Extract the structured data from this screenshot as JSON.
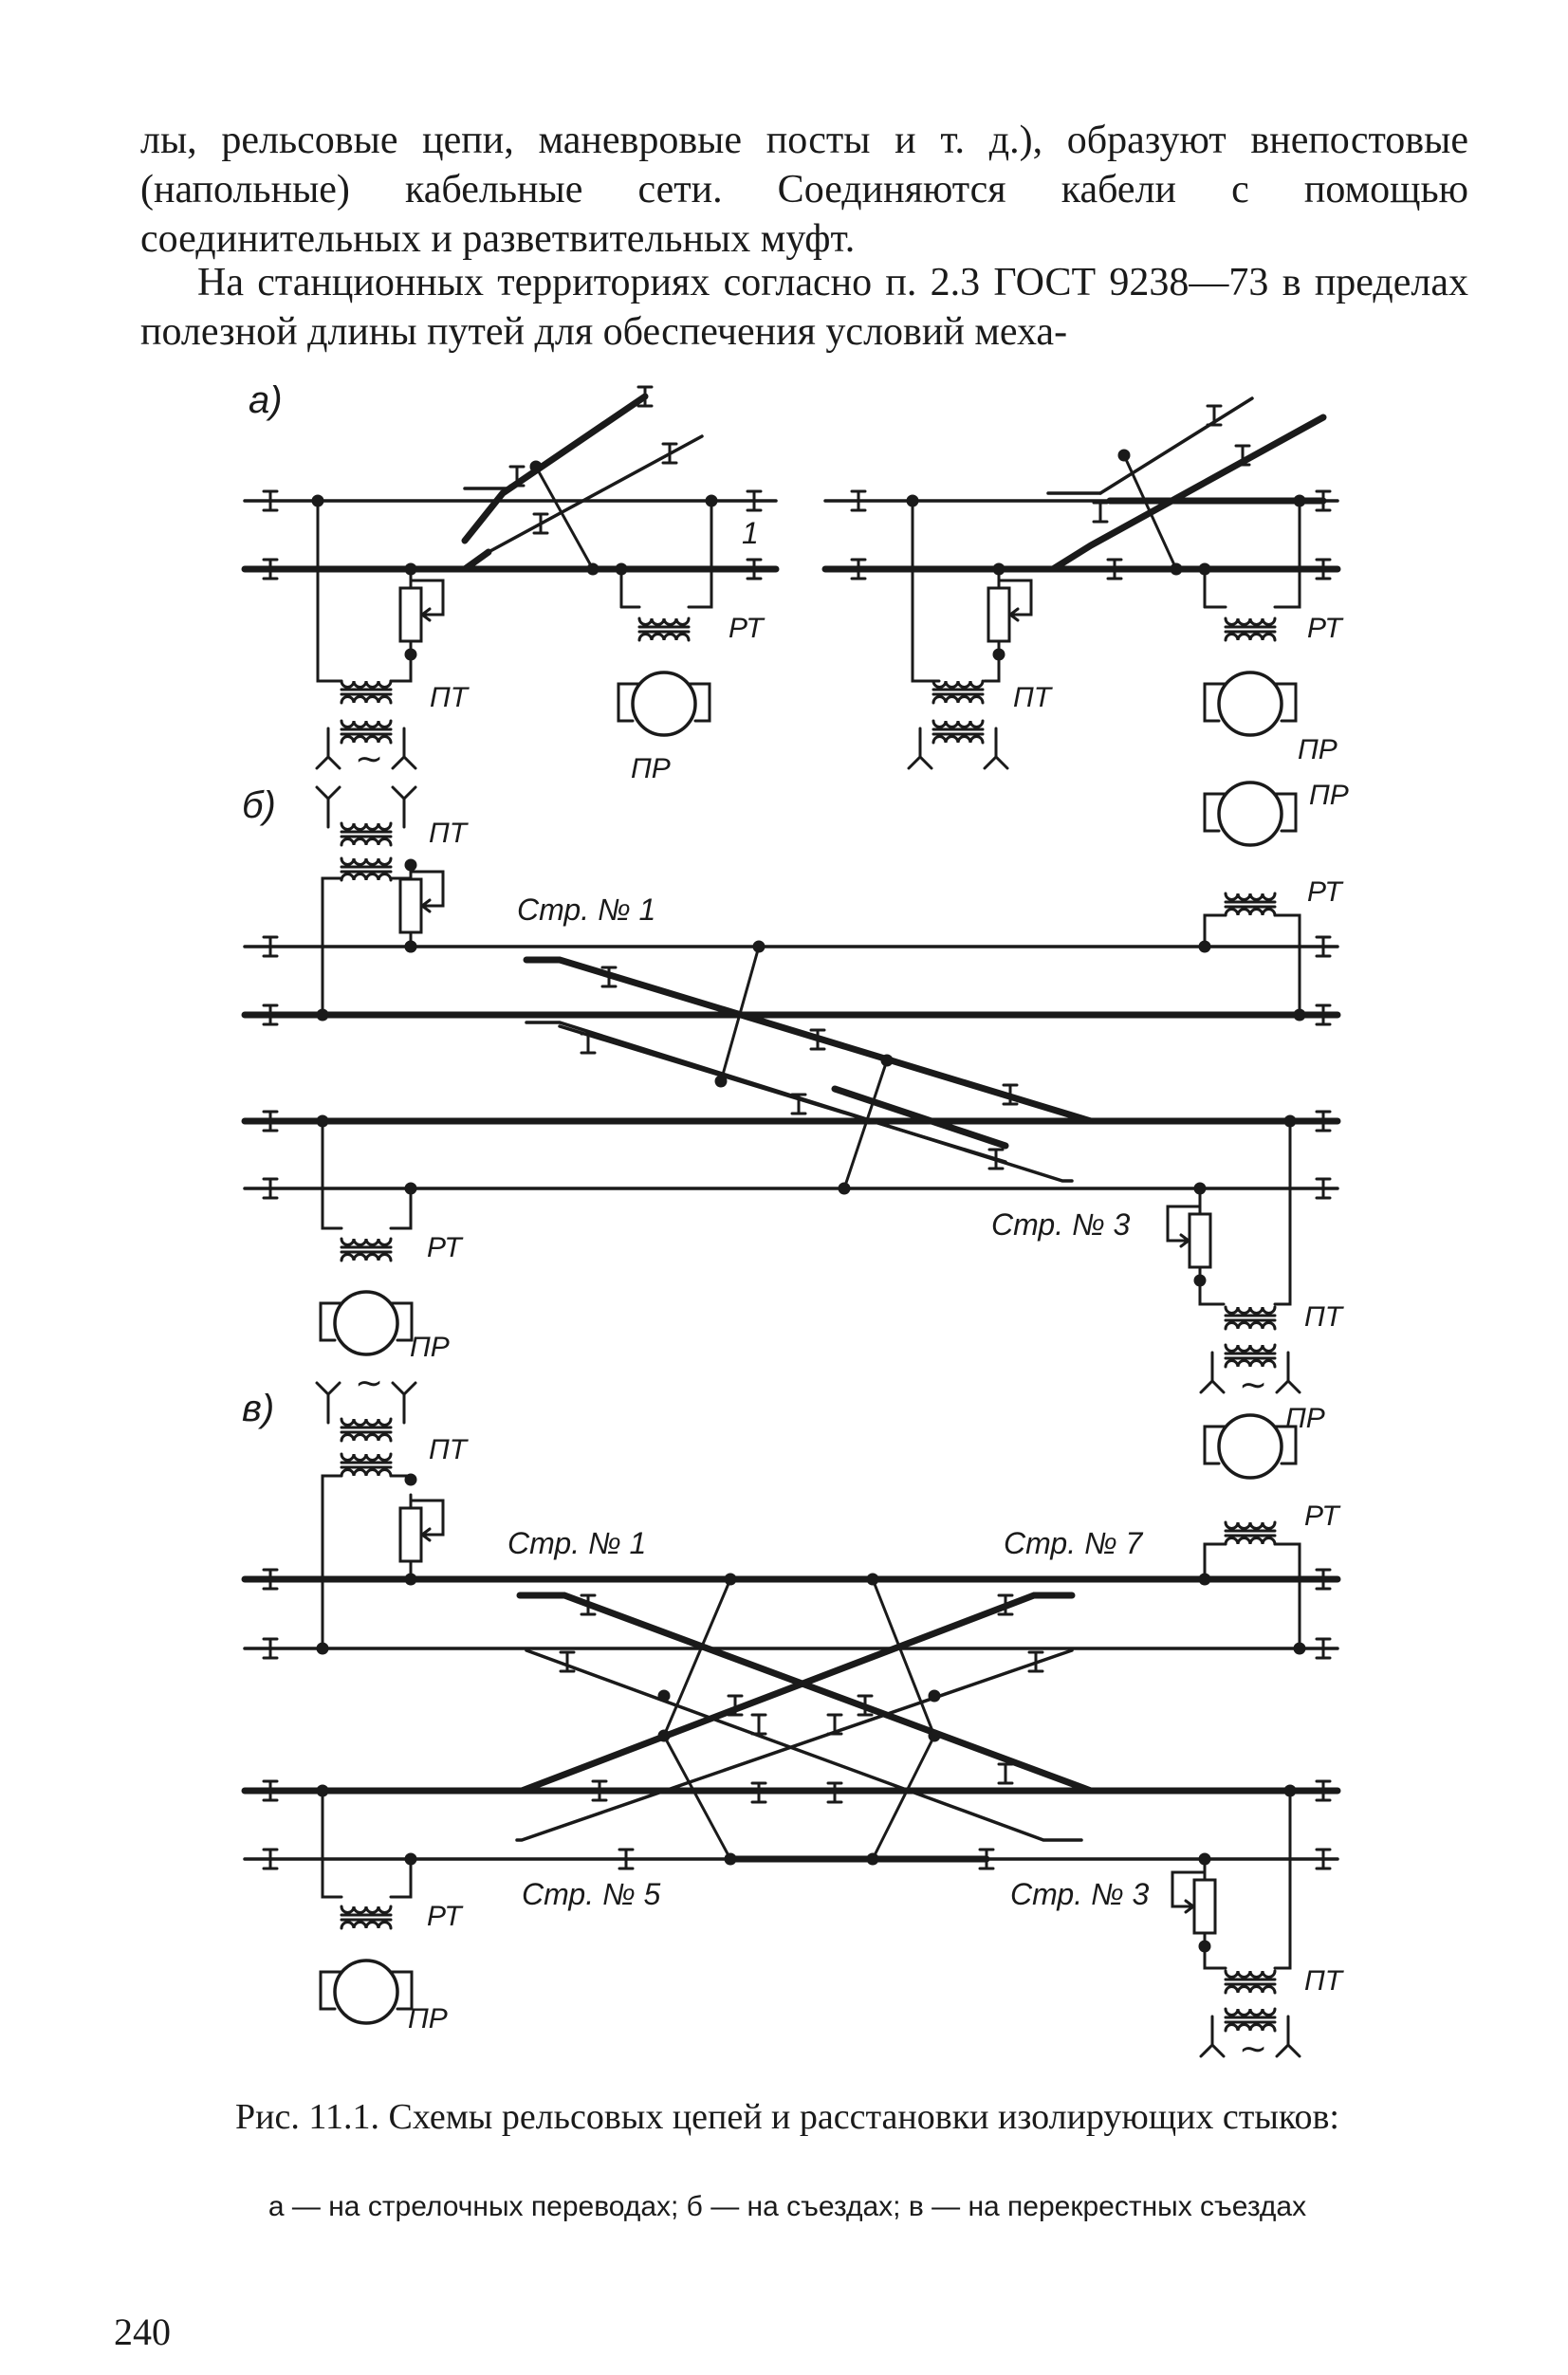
{
  "text": {
    "para1": "лы, рельсовые цепи, маневровые посты и т. д.), образуют внепостовые (напольные) кабельные сети. Соединяются кабели с помощью соединительных и разветвительных муфт.",
    "para2": "На станционных территориях согласно п. 2.3 ГОСТ 9238—73 в пределах полезной длины путей для обеспечения условий меха-"
  },
  "figure": {
    "panel_a": "а)",
    "panel_b": "б)",
    "panel_v": "в)",
    "pt": "ПТ",
    "rt": "РТ",
    "pr": "ПР",
    "ac": "∼",
    "track_1": "1",
    "str_1": "Стр. № 1",
    "str_3": "Стр. № 3",
    "str_5": "Стр. № 5",
    "str_7": "Стр. № 7"
  },
  "caption": {
    "title": "Рис. 11.1. Схемы рельсовых цепей и расстановки изолирующих стыков:",
    "legend": "а — на стрелочных переводах; б — на съездах; в — на перекрестных съездах"
  },
  "page_number": "240"
}
